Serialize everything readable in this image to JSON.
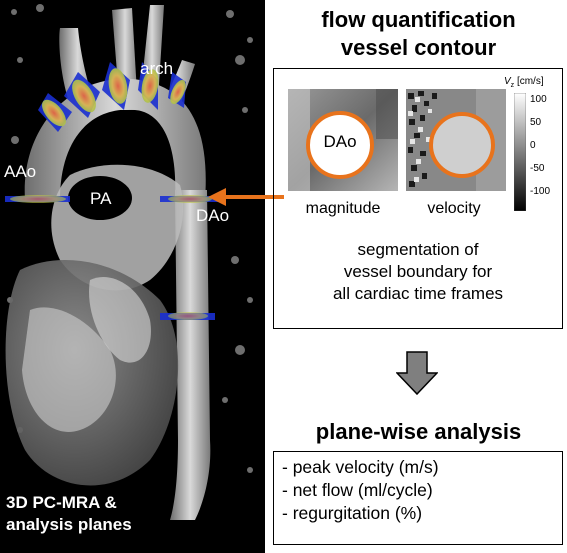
{
  "left_panel": {
    "labels": {
      "arch": "arch",
      "aao": "AAo",
      "pa": "PA",
      "dao": "DAo"
    },
    "caption_line1": "3D PC-MRA &",
    "caption_line2": "analysis planes"
  },
  "contour_section": {
    "title_line1": "flow quantification",
    "title_line2": "vessel contour",
    "magnitude_label": "magnitude",
    "velocity_label": "velocity",
    "dao_label": "DAo",
    "colorbar": {
      "unit_label": "V",
      "unit_sub": "z",
      "unit_suffix": "[cm/s]",
      "ticks": [
        "100",
        "50",
        "0",
        "-50",
        "-100"
      ]
    },
    "segmentation_line1": "segmentation of",
    "segmentation_line2": "vessel boundary for",
    "segmentation_line3": "all cardiac time frames"
  },
  "analysis_section": {
    "title": "plane-wise analysis",
    "items": [
      "- peak velocity (m/s)",
      "- net flow (ml/cycle)",
      "- regurgitation (%)"
    ]
  },
  "colors": {
    "contour": "#e8731c",
    "arrow": "#e8731c",
    "plane_blue": "#1a2fd1",
    "down_arrow": "#7f7f7f"
  }
}
